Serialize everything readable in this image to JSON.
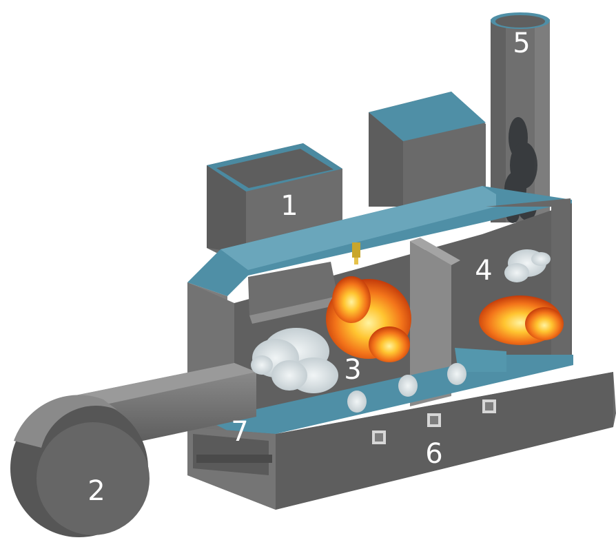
{
  "labels": {
    "l1": "1",
    "l2": "2",
    "l3": "3",
    "l4": "4",
    "l5": "5",
    "l6": "6",
    "l7": "7"
  },
  "colors": {
    "body": "#6b6b6b",
    "body_dark": "#575757",
    "body_light": "#8a8a8a",
    "teal": "#4f8fa6",
    "teal_light": "#6aa6bb",
    "smoke": "#dde3e6",
    "fire_outer": "#f06a14",
    "fire_inner": "#ffd24a",
    "soot": "#2f3336"
  }
}
